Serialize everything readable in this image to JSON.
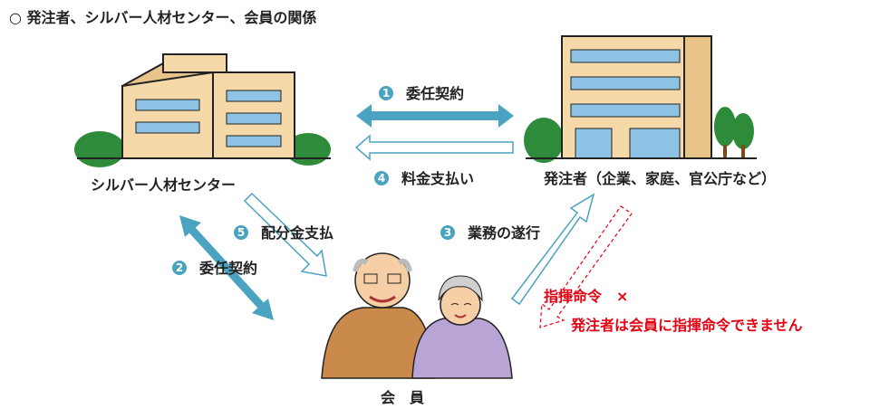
{
  "title": "○ 発注者、シルバー人材センター、会員の関係",
  "nodes": {
    "center": "シルバー人材センター",
    "client": "発注者（企業、家庭、官公庁など）",
    "members": "会　員"
  },
  "relations": [
    {
      "num": "1",
      "label": "委任契約"
    },
    {
      "num": "2",
      "label": "委任契約"
    },
    {
      "num": "3",
      "label": "業務の遂行"
    },
    {
      "num": "4",
      "label": "料金支払い"
    },
    {
      "num": "5",
      "label": "配分金支払"
    }
  ],
  "prohibition": {
    "label": "指揮命令　×",
    "note": "発注者は会員に指揮命令できません"
  },
  "colors": {
    "arrow": "#4aa3c0",
    "red": "#e60012",
    "building": "#f5d9a8",
    "window": "#8fc3e6",
    "tree": "#2e8b3a"
  }
}
